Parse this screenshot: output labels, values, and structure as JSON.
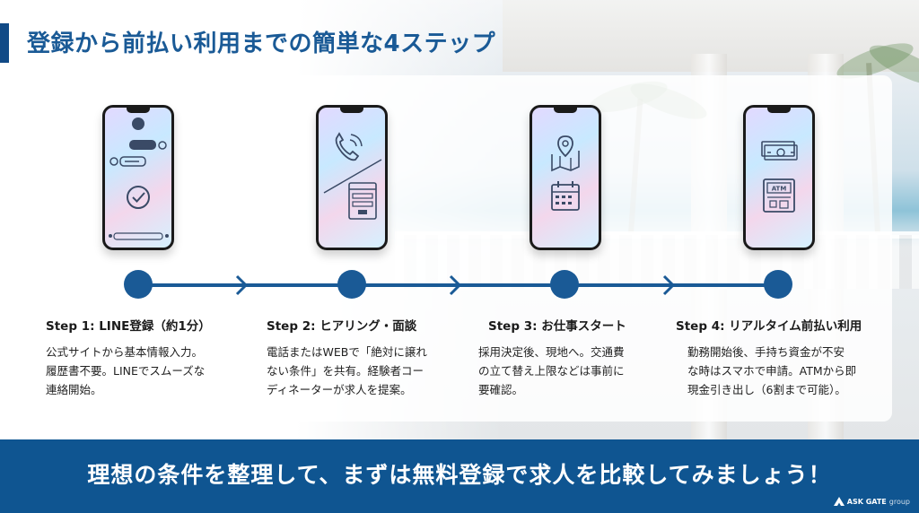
{
  "title": "登録から前払い利用までの簡単な4ステップ",
  "colors": {
    "primary": "#1a5a96",
    "title_bar": "#114a86",
    "footer": "#0f5591",
    "phone_icon": "#3a4a66"
  },
  "steps": [
    {
      "title": "Step 1: LINE登録（約1分）",
      "lines": [
        "公式サイトから基本情報入力。",
        "履歴書不要。LINEでスムーズな",
        "連絡開始。"
      ],
      "icons": [
        "chat-icon",
        "check-circle-icon"
      ]
    },
    {
      "title": "Step 2: ヒアリング・面談",
      "lines": [
        "電話またはWEBで「絶対に譲れ",
        "ない条件」を共有。経験者コー",
        "ディネーターが求人を提案。"
      ],
      "icons": [
        "phone-call-icon",
        "web-form-icon"
      ]
    },
    {
      "title": "Step 3: お仕事スタート",
      "lines": [
        "採用決定後、現地へ。交通費",
        "の立て替え上限などは事前に",
        "要確認。"
      ],
      "icons": [
        "map-pin-icon",
        "calendar-icon"
      ]
    },
    {
      "title": "Step 4: リアルタイム前払い利用",
      "lines": [
        "勤務開始後、手持ち資金が不安",
        "な時はスマホで申請。ATMから即",
        "現金引き出し（6割まで可能）。"
      ],
      "icons": [
        "cash-icon",
        "atm-icon"
      ],
      "atm_label": "ATM"
    }
  ],
  "footer": {
    "text": "理想の条件を整理して、まずは無料登録で求人を比較してみましょう！",
    "brand": "ASK GATE",
    "brand_suffix": "group"
  }
}
